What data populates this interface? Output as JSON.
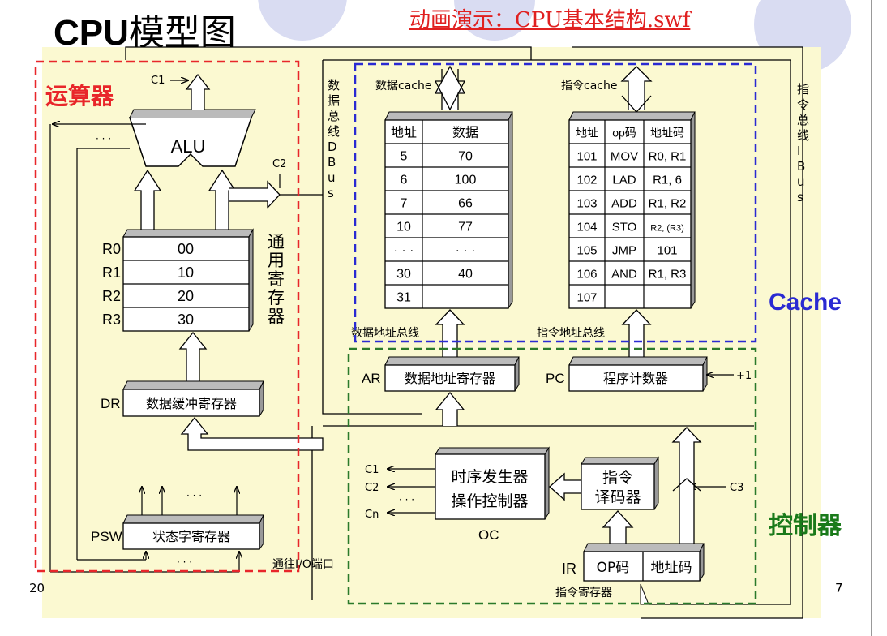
{
  "header": {
    "title_bold": "CPU",
    "title_rest": "模型图",
    "animation_link": "动画演示：CPU基本结构.swf"
  },
  "footer": {
    "year_fragment": "20",
    "slide_number": "7"
  },
  "regions": {
    "alu_unit": "运算器",
    "cache": "Cache",
    "control_unit": "控制器"
  },
  "buses": {
    "data_bus": [
      "数",
      "据",
      "总",
      "线",
      "D",
      "B",
      "u",
      "s"
    ],
    "instruction_bus": [
      "指",
      "令",
      "总",
      "线",
      "I",
      "B",
      "u",
      "s"
    ],
    "data_address_bus": "数据地址总线",
    "instruction_address_bus": "指令地址总线",
    "io_port": "通往I/O端口"
  },
  "alu": {
    "label": "ALU",
    "c1": "C1",
    "c2": "C2",
    "dots": "· · ·"
  },
  "registers": {
    "vertical_label": [
      "通",
      "用",
      "寄",
      "存",
      "器"
    ],
    "rows": [
      {
        "name": "R0",
        "value": "00"
      },
      {
        "name": "R1",
        "value": "10"
      },
      {
        "name": "R2",
        "value": "20"
      },
      {
        "name": "R3",
        "value": "30"
      }
    ]
  },
  "dr": {
    "name": "DR",
    "label": "数据缓冲寄存器"
  },
  "psw": {
    "name": "PSW",
    "label": "状态字寄存器",
    "dots": "· · ·"
  },
  "data_cache": {
    "title": "数据cache",
    "headers": [
      "地址",
      "数据"
    ],
    "rows": [
      [
        "5",
        "70"
      ],
      [
        "6",
        "100"
      ],
      [
        "7",
        "66"
      ],
      [
        "10",
        "77"
      ],
      [
        "· · ·",
        "· · ·"
      ],
      [
        "30",
        "40"
      ],
      [
        "31",
        ""
      ]
    ]
  },
  "instruction_cache": {
    "title": "指令cache",
    "headers": [
      "地址",
      "op码",
      "地址码"
    ],
    "rows": [
      [
        "101",
        "MOV",
        "R0, R1"
      ],
      [
        "102",
        "LAD",
        "R1, 6"
      ],
      [
        "103",
        "ADD",
        "R1, R2"
      ],
      [
        "104",
        "STO",
        "R2, (R3)"
      ],
      [
        "105",
        "JMP",
        "101"
      ],
      [
        "106",
        "AND",
        "R1, R3"
      ],
      [
        "107",
        "",
        ""
      ]
    ]
  },
  "ar": {
    "name": "AR",
    "label": "数据地址寄存器"
  },
  "pc": {
    "name": "PC",
    "label": "程序计数器",
    "increment": "+1"
  },
  "oc": {
    "line1": "时序发生器",
    "line2": "操作控制器",
    "name": "OC",
    "signals": [
      "C1",
      "C2",
      "Cn"
    ],
    "dots": "· · ·"
  },
  "decoder": {
    "line1": "指令",
    "line2": "译码器",
    "c3": "C3"
  },
  "ir": {
    "name": "IR",
    "op_label": "OP码",
    "addr_label": "地址码",
    "caption": "指令寄存器"
  },
  "colors": {
    "background": "#fbf9d1",
    "alu_region": "#e8262a",
    "cache_region": "#2a2ad2",
    "control_region": "#2a7a2a",
    "cache_text": "#2a2ad2",
    "control_text": "#1a7a1a",
    "alu_text": "#e8262a"
  }
}
